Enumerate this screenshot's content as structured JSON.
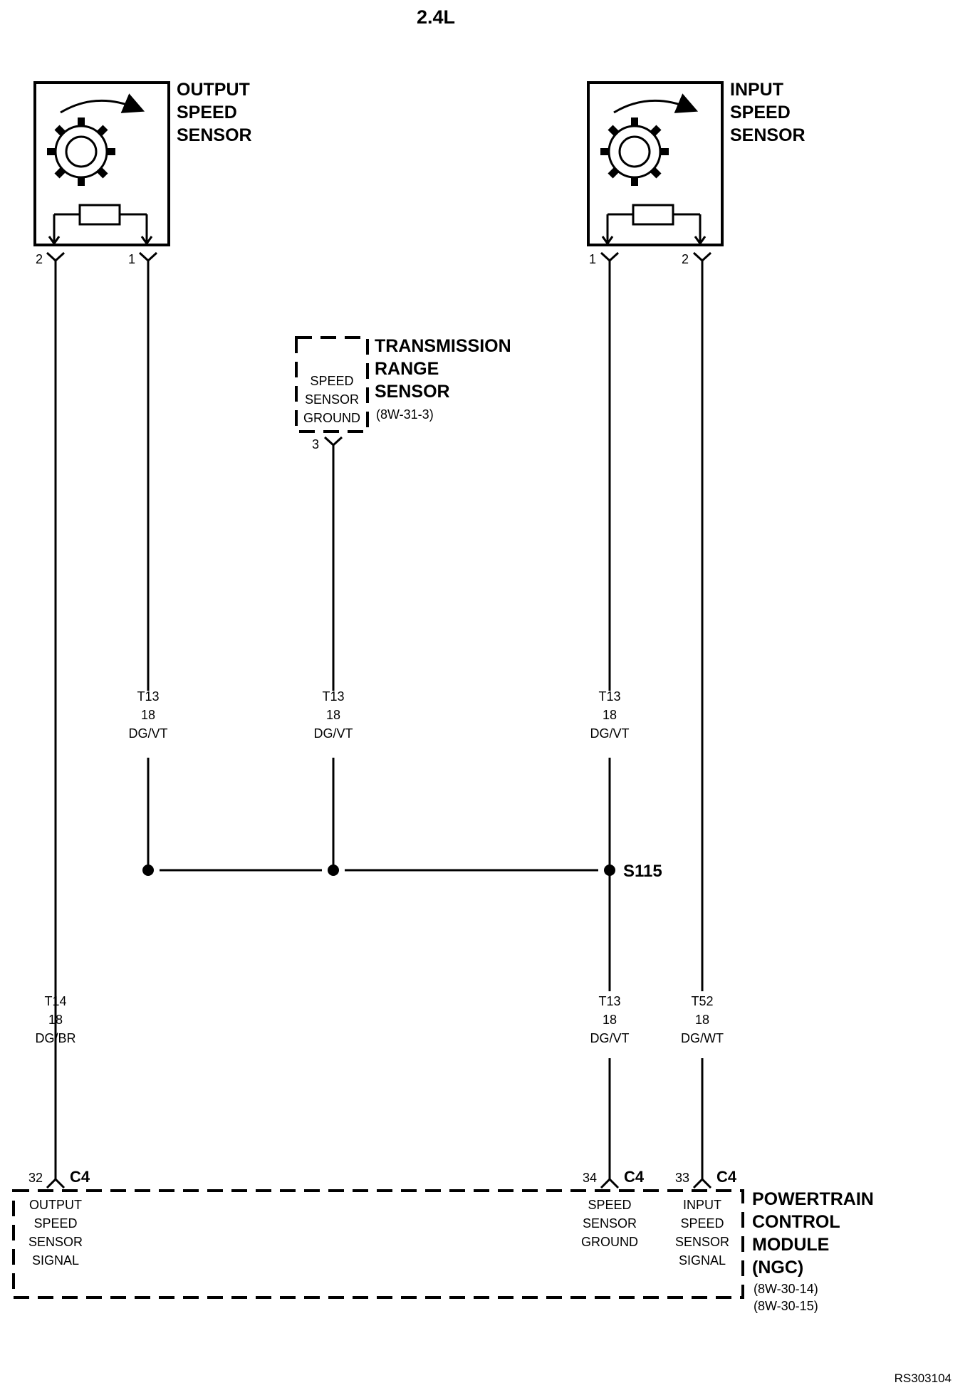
{
  "title": "2.4L",
  "reference_code": "RS303104",
  "output_sensor": {
    "name_lines": [
      "OUTPUT",
      "SPEED",
      "SENSOR"
    ],
    "pin_left": "2",
    "pin_right": "1"
  },
  "input_sensor": {
    "name_lines": [
      "INPUT",
      "SPEED",
      "SENSOR"
    ],
    "pin_left": "1",
    "pin_right": "2"
  },
  "trs": {
    "name_lines": [
      "TRANSMISSION",
      "RANGE",
      "SENSOR"
    ],
    "ref": "(8W-31-3)",
    "inner_lines": [
      "SPEED",
      "SENSOR",
      "GROUND"
    ],
    "pin": "3"
  },
  "wires_upper": [
    {
      "circuit": "T13",
      "gauge": "18",
      "color": "DG/VT"
    },
    {
      "circuit": "T13",
      "gauge": "18",
      "color": "DG/VT"
    },
    {
      "circuit": "T13",
      "gauge": "18",
      "color": "DG/VT"
    }
  ],
  "wires_lower": [
    {
      "circuit": "T14",
      "gauge": "18",
      "color": "DG/BR"
    },
    {
      "circuit": "T13",
      "gauge": "18",
      "color": "DG/VT"
    },
    {
      "circuit": "T52",
      "gauge": "18",
      "color": "DG/WT"
    }
  ],
  "splice": "S115",
  "pcm": {
    "name_lines": [
      "POWERTRAIN",
      "CONTROL",
      "MODULE",
      "(NGC)"
    ],
    "refs": [
      "(8W-30-14)",
      "(8W-30-15)"
    ],
    "connector": "C4",
    "terminals": [
      {
        "pin": "32",
        "connector": "C4",
        "lines": [
          "OUTPUT",
          "SPEED",
          "SENSOR",
          "SIGNAL"
        ]
      },
      {
        "pin": "34",
        "connector": "C4",
        "lines": [
          "SPEED",
          "SENSOR",
          "GROUND"
        ]
      },
      {
        "pin": "33",
        "connector": "C4",
        "lines": [
          "INPUT",
          "SPEED",
          "SENSOR",
          "SIGNAL"
        ]
      }
    ]
  }
}
